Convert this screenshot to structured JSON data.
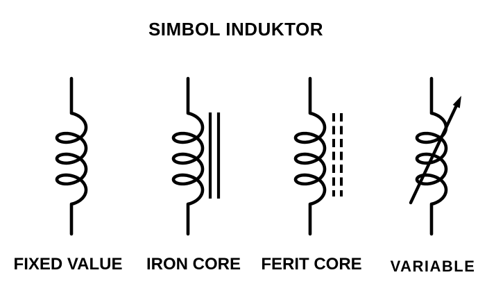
{
  "title": "SIMBOL INDUKTOR",
  "symbols": [
    {
      "id": "fixed-value",
      "label": "FIXED VALUE"
    },
    {
      "id": "iron-core",
      "label": "IRON CORE"
    },
    {
      "id": "ferit-core",
      "label": "FERIT CORE"
    },
    {
      "id": "variable",
      "label": "VARIABLE"
    }
  ],
  "colors": {
    "ink": "#000000",
    "background": "#ffffff"
  }
}
